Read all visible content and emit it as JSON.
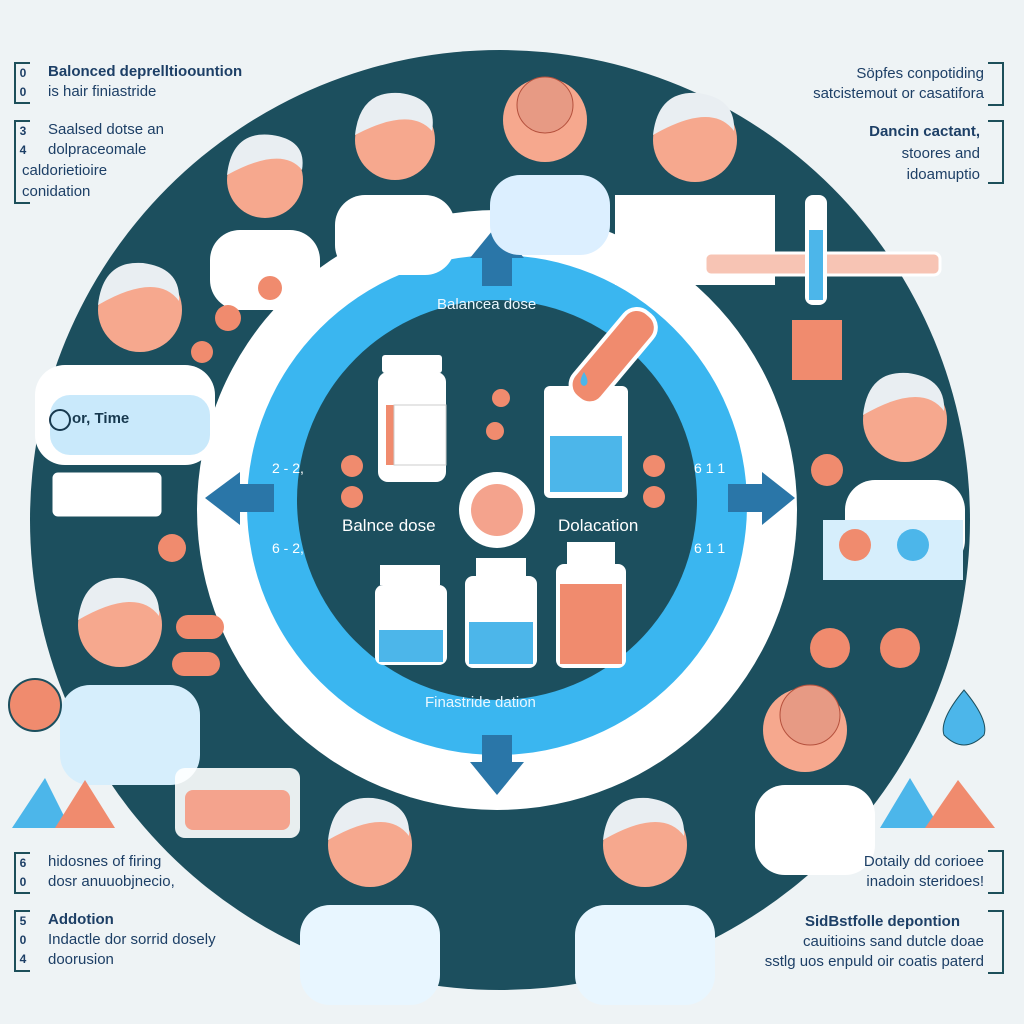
{
  "colors": {
    "background": "#eef3f5",
    "dark_teal": "#1c4f5e",
    "ring_blue": "#3ab6f0",
    "accent_salmon": "#f08b6e",
    "arrow_blue": "#2a76a8",
    "text": "#1d3f66"
  },
  "notes": {
    "top_left_1": {
      "nums": [
        "0",
        "0"
      ],
      "title": "Balonced deprelltioountion",
      "lines": [
        "is hair finiastride"
      ]
    },
    "top_left_2": {
      "nums": [
        "3",
        "4"
      ],
      "title": "",
      "lines": [
        "Saalsed dotse an",
        "dolpraceomale",
        "caldorietioire",
        "conidation"
      ]
    },
    "top_right_1": {
      "title": "",
      "lines": [
        "Söpfes conpotiding",
        "satcistemout or casatifora"
      ]
    },
    "top_right_2": {
      "title": "Dancin cactant,",
      "lines": [
        "stoores and",
        "idoamuptio"
      ]
    },
    "bottom_left_1": {
      "nums": [
        "6",
        "0"
      ],
      "title": "",
      "lines": [
        "hidosnes of firing",
        "dosr anuuobjnecio,"
      ]
    },
    "bottom_left_2": {
      "nums": [
        "5",
        "0",
        "4"
      ],
      "title": "Addotion",
      "lines": [
        "Indactle dor sorrid dosely",
        "doorusion"
      ]
    },
    "bottom_right_1": {
      "title": "",
      "lines": [
        "Dotaily dd corioee",
        "inadoin steridoes!"
      ]
    },
    "bottom_right_2": {
      "title": "SidBstfolle depontion",
      "lines": [
        "cauitioins sand dutcle doae",
        "sstlg uos enpuld oir coatis paterd"
      ]
    }
  },
  "center": {
    "top_label": "Balancea dose",
    "left_label": "Balnce dose",
    "right_label": "Dolacation",
    "bottom_label": "Finastride dation",
    "ring_numbers": {
      "left_top": "2 - 2,",
      "left_bottom": "6 - 2,",
      "right_top": "6 1 1",
      "right_bottom": "6 1 1"
    }
  },
  "time_label": "or, Time",
  "icons": [
    "arrow-up-icon",
    "arrow-down-icon",
    "arrow-left-icon",
    "arrow-right-icon",
    "clock-icon",
    "pill-icon",
    "bottle-icon",
    "beaker-icon",
    "test-tube-icon",
    "syringe-icon",
    "droplet-icon",
    "flower-icon",
    "mountain-icon"
  ]
}
